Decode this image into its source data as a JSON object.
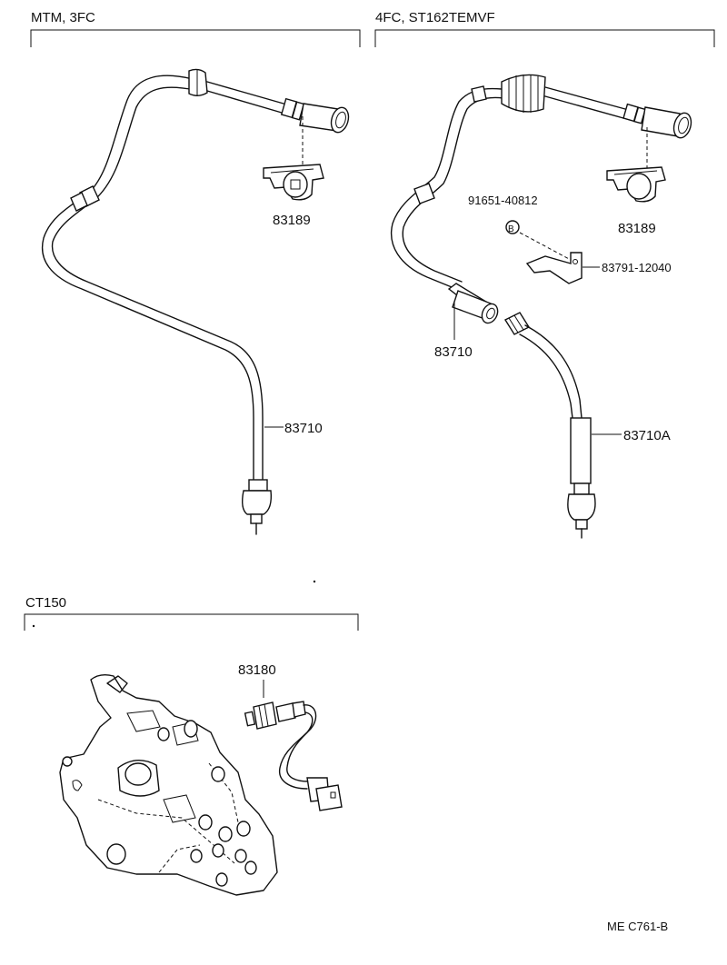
{
  "sections": {
    "top_left": "MTM, 3FC",
    "top_right": "4FC, ST162TEMVF",
    "bottom_left": "CT150"
  },
  "parts": {
    "left_clamp": "83189",
    "left_cable": "83710",
    "right_clamp": "83189",
    "right_bolt": "91651-40812",
    "right_bolt_marker": "B",
    "right_bracket": "83791-12040",
    "right_cable_upper": "83710",
    "right_cable_lower": "83710A",
    "sensor": "83180"
  },
  "footer_code": "ME C761-B"
}
